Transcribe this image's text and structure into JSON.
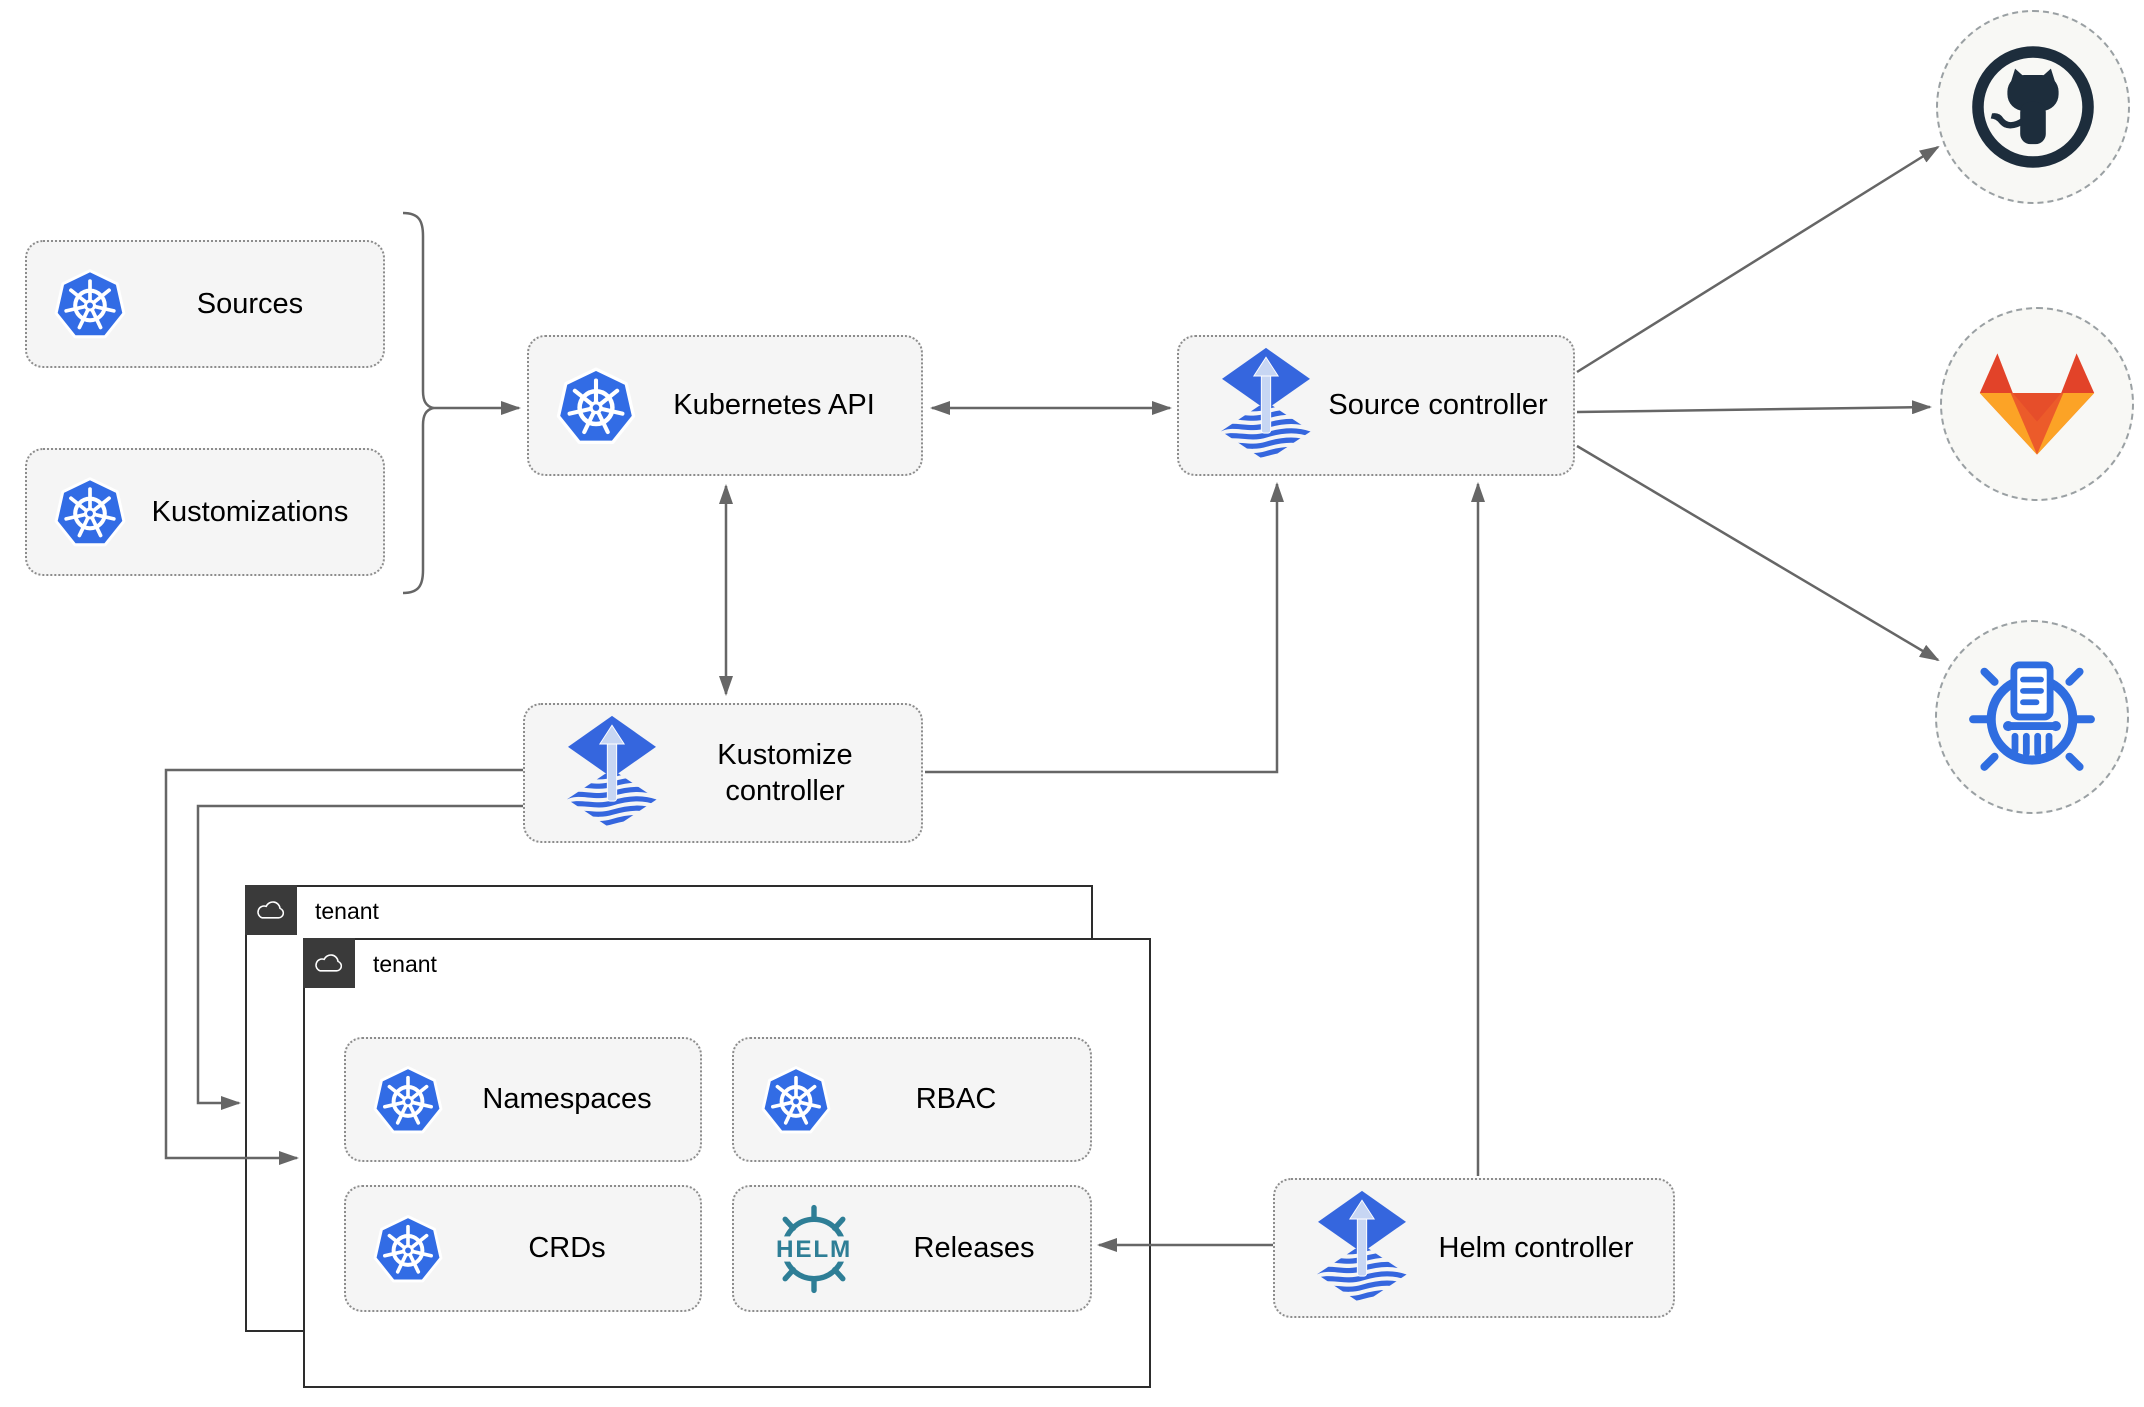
{
  "colors": {
    "k8s-blue": "#326ce5",
    "flux-blue": "#3566de",
    "flux-arrow": "#c7d6f3",
    "line-gray": "#666666",
    "box-fill": "#f5f5f5",
    "box-border": "#8c8c8c",
    "tenant-border": "#2d2d2d",
    "tenant-tab": "#3a3a3a",
    "github-dark": "#1d2d3c",
    "gitlab-red": "#e24329",
    "gitlab-orange": "#ec5b2a",
    "gitlab-amber": "#fca326",
    "chartmuseum-blue": "#2f6de0",
    "helm-teal": "#2e7e96",
    "label-black": "#000000",
    "circle-fill": "#f8f8f5",
    "circle-border": "#9aa0a3"
  },
  "nodes": {
    "sources": {
      "label": "Sources",
      "icon": "kubernetes-icon"
    },
    "kustomizations": {
      "label": "Kustomizations",
      "icon": "kubernetes-icon"
    },
    "kubernetes_api": {
      "label": "Kubernetes API",
      "icon": "kubernetes-icon"
    },
    "source_controller": {
      "label": "Source controller",
      "icon": "flux-icon"
    },
    "kustomize_controller": {
      "label": "Kustomize controller",
      "icon": "flux-icon"
    },
    "helm_controller": {
      "label": "Helm controller",
      "icon": "flux-icon"
    },
    "namespaces": {
      "label": "Namespaces",
      "icon": "kubernetes-icon"
    },
    "rbac": {
      "label": "RBAC",
      "icon": "kubernetes-icon"
    },
    "crds": {
      "label": "CRDs",
      "icon": "kubernetes-icon"
    },
    "releases": {
      "label": "Releases",
      "icon": "helm-icon"
    }
  },
  "tenants": {
    "back": {
      "label": "tenant",
      "icon": "cloud-icon"
    },
    "front": {
      "label": "tenant",
      "icon": "cloud-icon"
    }
  },
  "endpoints": {
    "github": {
      "icon": "github-icon"
    },
    "gitlab": {
      "icon": "gitlab-icon"
    },
    "chartmuseum": {
      "icon": "chartmuseum-icon"
    }
  }
}
